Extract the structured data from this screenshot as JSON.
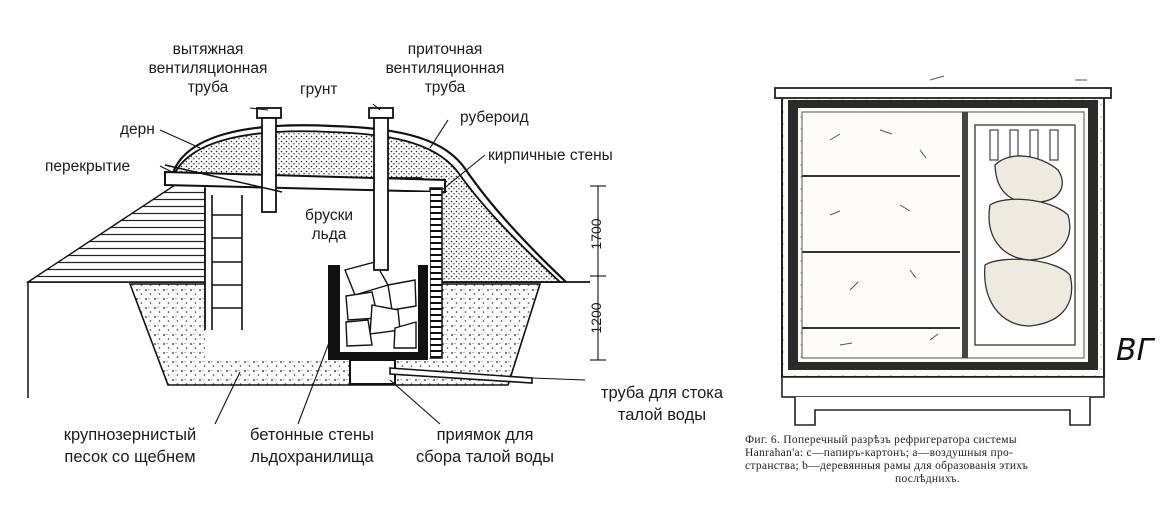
{
  "left_diagram": {
    "labels": {
      "exhaust_pipe": [
        "вытяжная",
        "вентиляционная",
        "труба"
      ],
      "supply_pipe": [
        "приточная",
        "вентиляционная",
        "труба"
      ],
      "soil": "грунт",
      "turf": "дерн",
      "roofing_felt": "рубероид",
      "ceiling": "перекрытие",
      "brick_walls": "кирпичные стены",
      "ice_blocks": [
        "бруски",
        "льда"
      ],
      "drain_pipe": [
        "труба для стока",
        "талой воды"
      ],
      "coarse_sand": [
        "крупнозернистый",
        "песок со щебнем"
      ],
      "concrete_walls": [
        "бетонные стены",
        "льдохранилища"
      ],
      "sump": [
        "приямок для",
        "сбора талой воды"
      ]
    },
    "dimensions": {
      "upper": "1700",
      "lower": "1200"
    }
  },
  "right_diagram": {
    "caption_lines": [
      "Фиг. 6. Поперечный разрѣзъ рефригератора системы",
      "Hanrahan'a: c—папиръ-картонъ; a—воздушныя про-",
      "странства; b—деревянныя рамы для образованія этихъ",
      "послѣднихъ."
    ],
    "signature": "ВГ"
  }
}
